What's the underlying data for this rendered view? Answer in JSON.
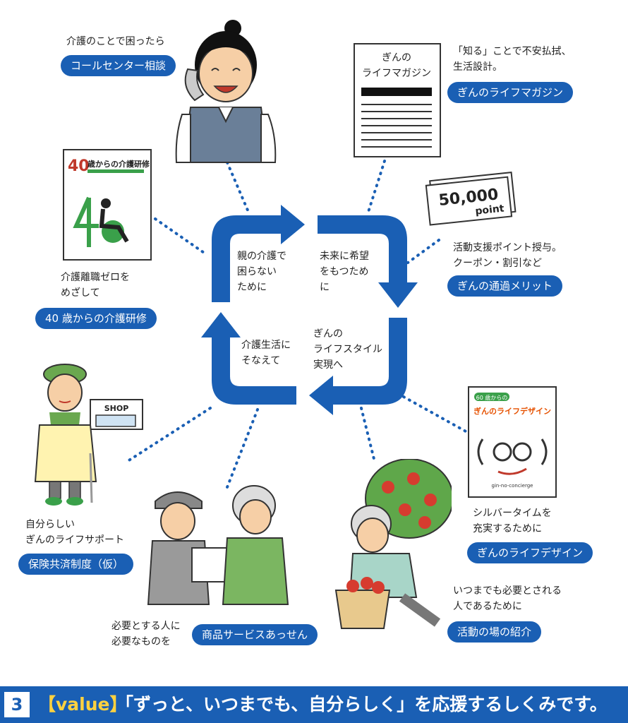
{
  "colors": {
    "primary_blue": "#1a5fb4",
    "footer_tag_yellow": "#ffd23f",
    "dots_blue": "#1a5fb4"
  },
  "cycle": {
    "q1": [
      "親の介護で",
      "困らない",
      "ために"
    ],
    "q2": [
      "未来に希望",
      "をもつため",
      "に"
    ],
    "q3": [
      "介護生活に",
      "そなえて"
    ],
    "q4": [
      "ぎんの",
      "ライフスタイル",
      "実現へ"
    ]
  },
  "call_center": {
    "note": "介護のことで困ったら",
    "label": "コールセンター相談"
  },
  "magazine": {
    "cover_line1": "ぎんの",
    "cover_line2": "ライフマガジン",
    "note_line1": "「知る」ことで不安払拭、",
    "note_line2": "生活設計。",
    "label": "ぎんのライフマガジン"
  },
  "training": {
    "cover_num": "40",
    "cover_title": "歳からの介護研修",
    "note_line1": "介護離職ゼロを",
    "note_line2": "めざして",
    "label": "40 歳からの介護研修"
  },
  "points": {
    "card_number": "50,000",
    "card_unit": "point",
    "note_line1": "活動支援ポイント授与。",
    "note_line2": "クーポン・割引など",
    "label": "ぎんの通過メリット"
  },
  "life_design": {
    "cover_badge": "60 歳からの",
    "cover_title": "ぎんのライフデザイン",
    "cover_brand": "gin-no-concierge",
    "note_line1": "シルバータイムを",
    "note_line2": "充実するために",
    "label": "ぎんのライフデザイン"
  },
  "insurance": {
    "shop_sign": "SHOP",
    "note_line1": "自分らしい",
    "note_line2": "ぎんのライフサポート",
    "label": "保険共済制度（仮）"
  },
  "goods": {
    "note_line1": "必要とする人に",
    "note_line2": "必要なものを",
    "label": "商品サービスあっせん"
  },
  "activity": {
    "note_line1": "いつまでも必要とされる",
    "note_line2": "人であるために",
    "label": "活動の場の紹介"
  },
  "footer": {
    "number": "3",
    "tag": "【value】",
    "text": "「ずっと、いつまでも、自分らしく」を応援するしくみです。"
  }
}
